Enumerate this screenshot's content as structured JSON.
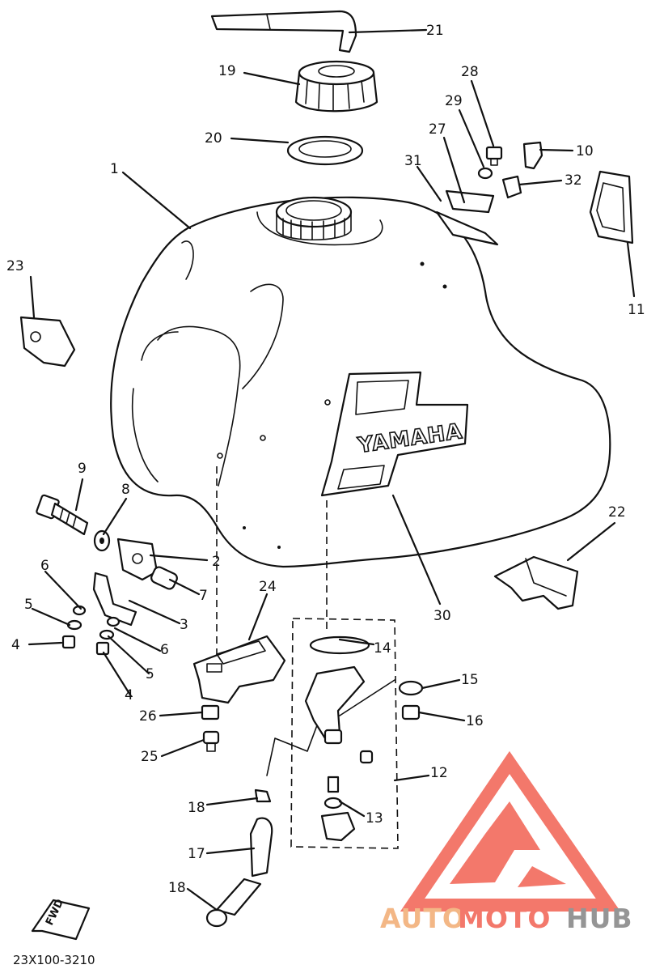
{
  "diagram": {
    "drawing_code": "23X100-3210",
    "tank_brand": "YAMAHA",
    "fwd_mark": "FWD",
    "callouts": [
      {
        "id": "c1",
        "label": "1"
      },
      {
        "id": "c2",
        "label": "2"
      },
      {
        "id": "c3",
        "label": "3"
      },
      {
        "id": "c4a",
        "label": "4"
      },
      {
        "id": "c4b",
        "label": "4"
      },
      {
        "id": "c5a",
        "label": "5"
      },
      {
        "id": "c5b",
        "label": "5"
      },
      {
        "id": "c6a",
        "label": "6"
      },
      {
        "id": "c6b",
        "label": "6"
      },
      {
        "id": "c7",
        "label": "7"
      },
      {
        "id": "c8",
        "label": "8"
      },
      {
        "id": "c9",
        "label": "9"
      },
      {
        "id": "c10",
        "label": "10"
      },
      {
        "id": "c11",
        "label": "11"
      },
      {
        "id": "c12",
        "label": "12"
      },
      {
        "id": "c13",
        "label": "13"
      },
      {
        "id": "c14",
        "label": "14"
      },
      {
        "id": "c15",
        "label": "15"
      },
      {
        "id": "c16",
        "label": "16"
      },
      {
        "id": "c17",
        "label": "17"
      },
      {
        "id": "c18a",
        "label": "18"
      },
      {
        "id": "c18b",
        "label": "18"
      },
      {
        "id": "c19",
        "label": "19"
      },
      {
        "id": "c20",
        "label": "20"
      },
      {
        "id": "c21",
        "label": "21"
      },
      {
        "id": "c22",
        "label": "22"
      },
      {
        "id": "c23",
        "label": "23"
      },
      {
        "id": "c24",
        "label": "24"
      },
      {
        "id": "c25",
        "label": "25"
      },
      {
        "id": "c26",
        "label": "26"
      },
      {
        "id": "c27",
        "label": "27"
      },
      {
        "id": "c28",
        "label": "28"
      },
      {
        "id": "c29",
        "label": "29"
      },
      {
        "id": "c30",
        "label": "30"
      },
      {
        "id": "c31",
        "label": "31"
      },
      {
        "id": "c32",
        "label": "32"
      }
    ]
  },
  "watermark": {
    "part1": "AUTO",
    "part2": "MOTO",
    "part3": "HUB",
    "colors": {
      "triangle": "#f26a5c",
      "auto": "#f2b07a",
      "moto": "#f26a5c",
      "hub": "#8a8a8a"
    }
  }
}
